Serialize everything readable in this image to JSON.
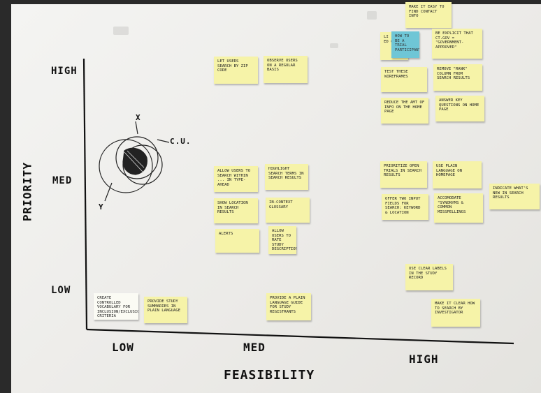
{
  "axes": {
    "y_label": "PRIORITY",
    "x_label": "FEASIBILITY",
    "y_ticks": [
      "HIGH",
      "MED",
      "LOW"
    ],
    "x_ticks": [
      "LOW",
      "MED",
      "HIGH"
    ]
  },
  "diagram": {
    "label_top": "X",
    "label_right": "C.U.",
    "label_bottom": "Y"
  },
  "notes": [
    {
      "text": "MAKE IT EASY TO FIND CONTACT INFO",
      "color": "#f6f3a8"
    },
    {
      "text": "LI ... ED CO",
      "color": "#f6f3a8"
    },
    {
      "text": "HOW TO BE A TRIAL PARTICIPANT",
      "color": "#6fc6d6"
    },
    {
      "text": "BE EXPLICIT THAT CT.GOV = \"GOVERNMENT-APPROVED\"",
      "color": "#f6f3a8"
    },
    {
      "text": "LET USERS SEARCH BY ZIP CODE",
      "color": "#f6f3a8"
    },
    {
      "text": "OBSERVE USERS ON A REGULAR BASIS",
      "color": "#f6f3a8"
    },
    {
      "text": "TEST THESE WIREFRAMES",
      "color": "#f6f3a8"
    },
    {
      "text": "REMOVE \"RANK\" COLUMN FROM SEARCH RESULTS",
      "color": "#f6f3a8"
    },
    {
      "text": "REDUCE THE AMT OF INFO ON THE HOME PAGE",
      "color": "#f6f3a8"
    },
    {
      "text": "ANSWER KEY QUESTIONS ON HOME PAGE",
      "color": "#f6f3a8"
    },
    {
      "text": "ALLOW USERS TO SEARCH WITHIN ... IN TYPE-AHEAD",
      "color": "#f6f3a8"
    },
    {
      "text": "HIGHLIGHT SEARCH TERMS IN SEARCH RESULTS",
      "color": "#f6f3a8"
    },
    {
      "text": "PRIORITIZE OPEN TRIALS IN SEARCH RESULTS",
      "color": "#f6f3a8"
    },
    {
      "text": "USE PLAIN LANGUAGE ON HOMEPAGE",
      "color": "#f6f3a8"
    },
    {
      "text": "INDICATE WHAT'S NEW IN SEARCH RESULTS",
      "color": "#f6f3a8"
    },
    {
      "text": "SHOW LOCATION IN SEARCH RESULTS",
      "color": "#f6f3a8"
    },
    {
      "text": "IN-CONTEXT GLOSSARY",
      "color": "#f6f3a8"
    },
    {
      "text": "OFFER TWO INPUT FIELDS FOR SEARCH: KEYWORD & LOCATION",
      "color": "#f6f3a8"
    },
    {
      "text": "ACCOMODATE \"SYNONYMS & COMMON MISSPELLINGS",
      "color": "#f6f3a8"
    },
    {
      "text": "ALERTS",
      "color": "#f6f3a8"
    },
    {
      "text": "ALLOW USERS TO RATE STUDY DESCRIPTIONS",
      "color": "#f6f3a8"
    },
    {
      "text": "USE CLEAR LABELS IN THE STUDY RECORD",
      "color": "#f6f3a8"
    },
    {
      "text": "CREATE CONTROLLED VOCABULARY FOR INCLUSION/EXCLUSION CRITERIA",
      "color": "#fbfbf4"
    },
    {
      "text": "PROVIDE STUDY SUMMARIES IN PLAIN LANGUAGE",
      "color": "#f6f3a8"
    },
    {
      "text": "PROVIDE A PLAIN LANGUAGE GUIDE FOR STUDY REGISTRANTS",
      "color": "#f6f3a8"
    },
    {
      "text": "MAKE IT CLEAR HOW TO SEARCH BY INVESTIGATOR",
      "color": "#f6f3a8"
    }
  ]
}
